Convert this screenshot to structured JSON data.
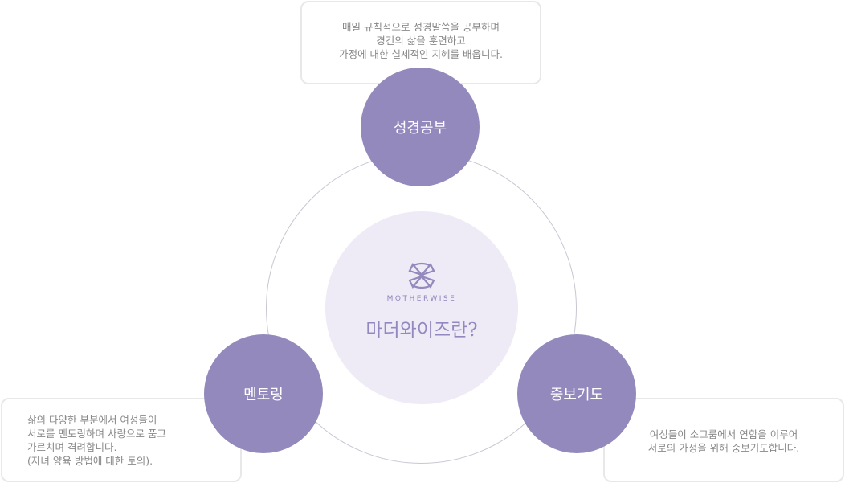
{
  "center": {
    "brand": "MOTHERWISE",
    "question": "마더와이즈란?"
  },
  "nodes": [
    {
      "label": "성경공부",
      "description": "매일 규칙적으로 성경말씀을 공부하며\n경건의 삶을 훈련하고\n가정에 대한 실제적인 지혜를 배웁니다."
    },
    {
      "label": "멘토링",
      "description": "삶의 다양한 부분에서 여성들이\n서로를 멘토링하며 사랑으로 품고\n가르치며 격려합니다.\n(자녀 양육 방법에 대한 토의)."
    },
    {
      "label": "중보기도",
      "description": "여성들이 소그룹에서 연합을 이루어\n서로의 가정을 위해 중보기도합니다."
    }
  ],
  "colors": {
    "node": "#9489bc",
    "center": "#eeebf6",
    "accent": "#8f84bb"
  }
}
